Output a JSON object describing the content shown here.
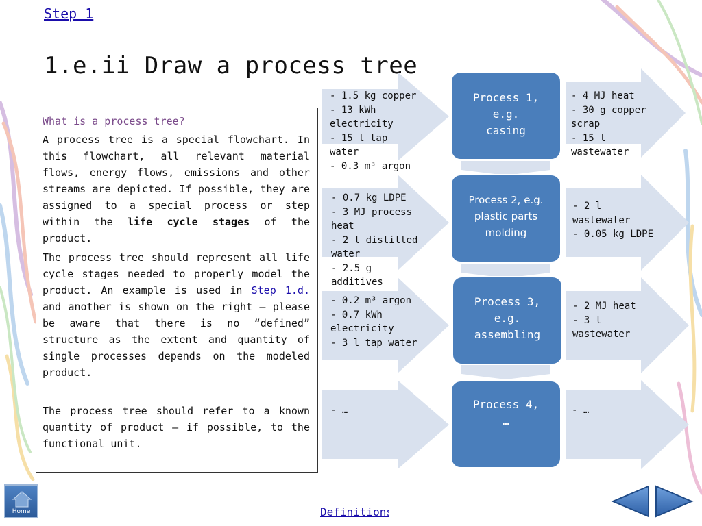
{
  "header": {
    "step_link": "Step 1",
    "title": "1.e.ii Draw a process tree"
  },
  "textbox": {
    "question": "What is a process tree?",
    "para1_pre": "A process tree is a special flowchart. In this flowchart, all relevant material flows, energy flows, emissions and other streams are depicted. If possible, they are assigned to a special process or step within the ",
    "para1_bold": "life cycle stages",
    "para1_post": " of the product.",
    "para2_pre": "The process tree should represent all life cycle stages needed to properly model the product. An example is used in ",
    "para2_link": "Step 1.d.",
    "para2_post": " and another is shown on the right – please be aware that there is no “defined” structure as the extent and quantity of single processes depends on the modeled product.",
    "para3": "The process tree should refer to a known quantity of product – if possible, to the functional unit."
  },
  "definitions_link": "Definitions",
  "processes": [
    {
      "label": "Process 1,\ne.g.\ncasing",
      "inputs": "- 1.5 kg copper\n- 13 kWh\nelectricity\n- 15 l tap\nwater\n- 0.3 m³ argon",
      "outputs": "- 4 MJ heat\n- 30 g copper\nscrap\n- 15 l\nwastewater"
    },
    {
      "label": "Process 2, e.g.\nplastic parts\nmolding",
      "inputs": "- 0.7 kg LDPE\n- 3 MJ process\nheat\n- 2 l distilled\nwater\n- 2.5 g\nadditives",
      "outputs": "- 2 l\nwastewater\n- 0.05 kg LDPE"
    },
    {
      "label": "Process 3,\ne.g.\nassembling",
      "inputs": "- 0.2 m³ argon\n- 0.7 kWh\nelectricity\n- 3 l tap water",
      "outputs": "- 2 MJ heat\n- 3 l\nwastewater"
    },
    {
      "label": "Process 4,\n…",
      "inputs": "- …",
      "outputs": "- …"
    }
  ],
  "nav": {
    "home_label": "Home"
  },
  "colors": {
    "process_fill": "#4a7ebb",
    "arrow_fill": "#d9e1ee",
    "link": "#1a0dab"
  }
}
